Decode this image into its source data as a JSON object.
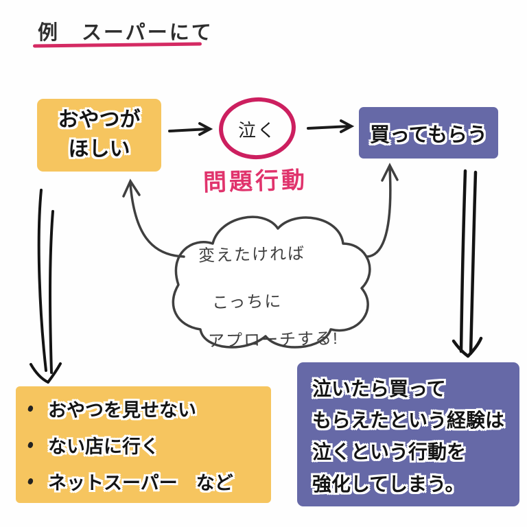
{
  "title": {
    "text": "例　スーパーにて"
  },
  "flow": {
    "antecedent": {
      "lines": [
        "おやつが",
        "ほしい"
      ]
    },
    "behavior": {
      "label": "泣く",
      "annotation": "問題行動"
    },
    "consequence": {
      "label": "買ってもらう"
    }
  },
  "cloud": {
    "lines": [
      "変えたければ",
      "こっちに",
      "アプローチする!"
    ]
  },
  "antecedent_strategies": {
    "items": [
      "おやつを見せない",
      "ない店に行く",
      "ネットスーパー　など"
    ]
  },
  "consequence_note": {
    "lines": [
      "泣いたら買って",
      "もらえたという経験は",
      "泣くという行動を",
      "強化してしまう。"
    ]
  },
  "colors": {
    "yellow_box": "#f6c55f",
    "purple_box": "#6669a7",
    "pink_accent": "#d42a63",
    "ink": "#1b1b1b",
    "handwriting_gray": "#3f3f3f"
  }
}
